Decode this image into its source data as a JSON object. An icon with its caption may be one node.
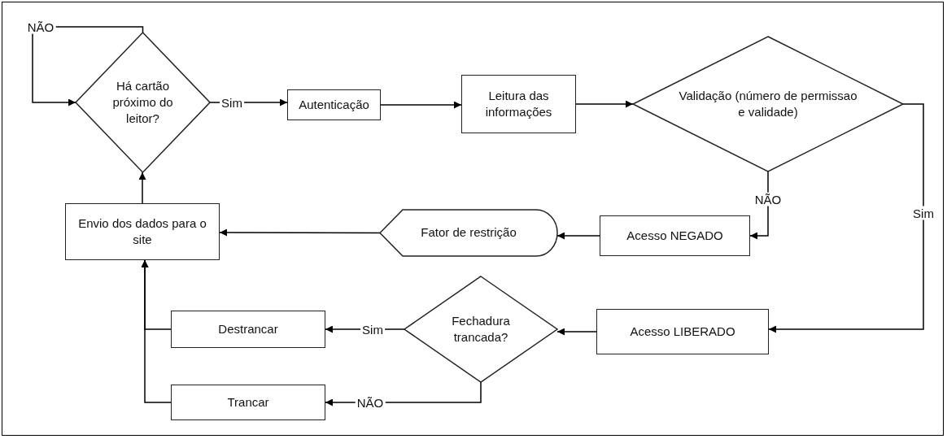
{
  "diagram": {
    "nodes": [
      {
        "text": [
          "Há cartão próximo do leitor?"
        ]
      },
      {
        "text": [
          "Autenticação"
        ]
      },
      {
        "text": [
          "Leitura das informações"
        ]
      },
      {
        "text": [
          "Validação (número de permissao e validade)"
        ]
      },
      {
        "text": [
          "Acesso NEGADO"
        ]
      },
      {
        "text": [
          "Fator de restrição"
        ]
      },
      {
        "text": [
          "Envio dos dados para o site"
        ]
      },
      {
        "text": [
          "Acesso LIBERADO"
        ]
      },
      {
        "text": [
          "Fechadura trancada?"
        ]
      },
      {
        "text": [
          "Destrancar"
        ]
      },
      {
        "text": [
          "Trancar"
        ]
      }
    ],
    "edges": [
      {
        "from": 0,
        "to": 0,
        "arrow": "to",
        "label": "NÃO"
      },
      {
        "from": 0,
        "to": 1,
        "arrow": "to",
        "label": "Sim"
      },
      {
        "from": 1,
        "to": 2,
        "arrow": "to"
      },
      {
        "from": 2,
        "to": 3,
        "arrow": "to"
      },
      {
        "from": 3,
        "to": 4,
        "arrow": "to",
        "label": "NÃO"
      },
      {
        "from": 3,
        "to": 7,
        "arrow": "to",
        "label": "Sim"
      },
      {
        "from": 4,
        "to": 5,
        "arrow": "to"
      },
      {
        "from": 5,
        "to": 6,
        "arrow": "to"
      },
      {
        "from": 7,
        "to": 8,
        "arrow": "to"
      },
      {
        "from": 8,
        "to": 9,
        "arrow": "to",
        "label": "Sim"
      },
      {
        "from": 8,
        "to": 10,
        "arrow": "to",
        "label": "NÃO"
      },
      {
        "from": 9,
        "to": 6,
        "arrow": "to"
      },
      {
        "from": 10,
        "to": 6,
        "arrow": "to"
      },
      {
        "from": 6,
        "to": 0,
        "arrow": "to"
      }
    ]
  }
}
